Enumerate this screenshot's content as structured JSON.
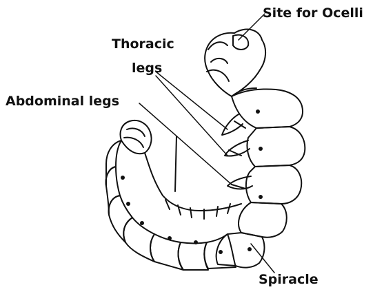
{
  "labels": {
    "site_for_ocelli": "Site for Ocelli",
    "thoracic": "Thoracic",
    "legs": "legs",
    "abdominal_legs": "Abdominal legs",
    "spiracle": "Spiracle"
  },
  "colors": {
    "outline": "#111111",
    "background": "#ffffff"
  }
}
